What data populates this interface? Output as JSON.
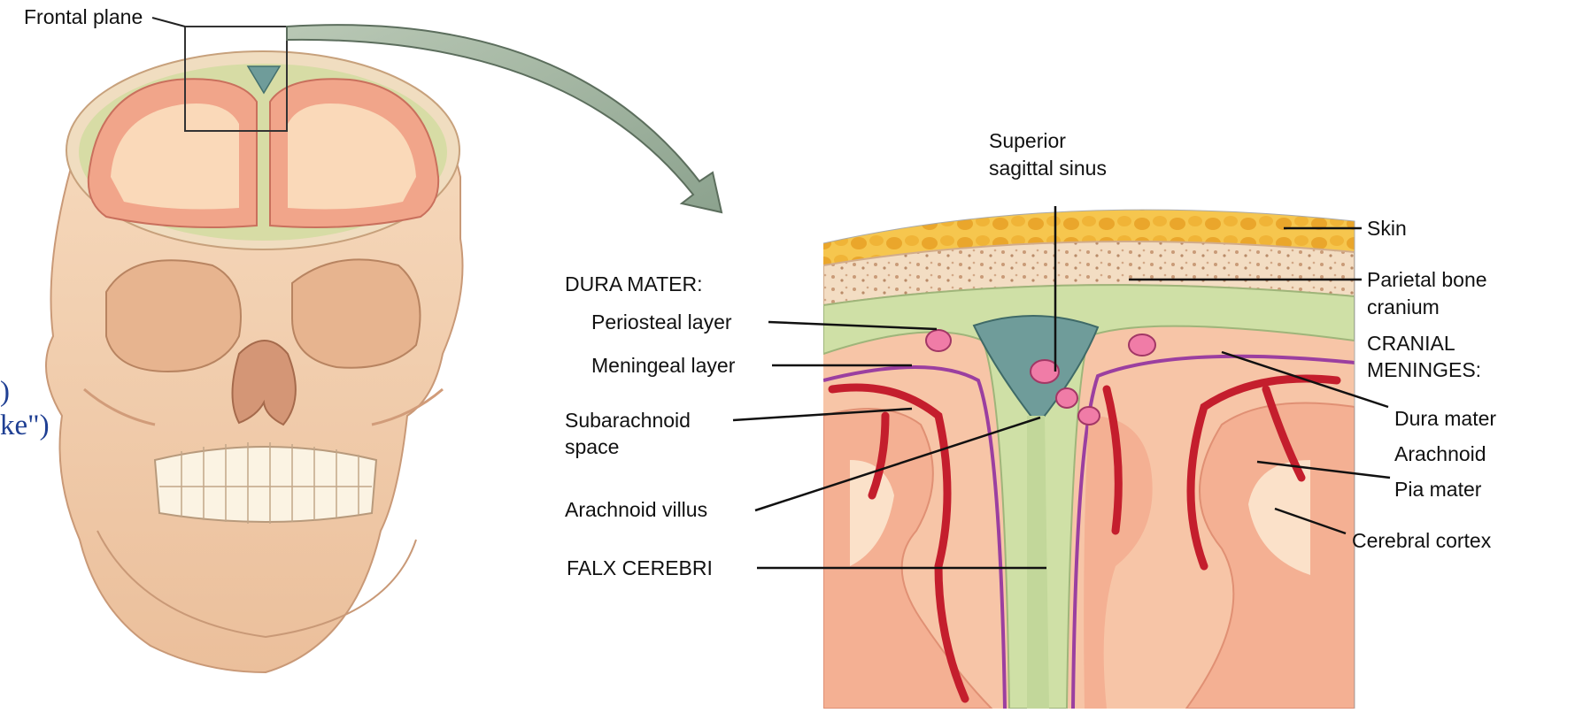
{
  "figure": {
    "frontal_plane": "Frontal plane",
    "left_fragment_1": ")",
    "left_fragment_2": "ke\")",
    "labels_left": {
      "dura_mater_heading": "DURA MATER:",
      "periosteal_layer": "Periosteal layer",
      "meningeal_layer": "Meningeal layer",
      "subarachnoid_1": "Subarachnoid",
      "subarachnoid_2": "space",
      "arachnoid_villus": "Arachnoid villus",
      "falx_cerebri": "FALX CEREBRI"
    },
    "labels_top": {
      "superior_1": "Superior",
      "superior_2": "sagittal sinus"
    },
    "labels_right": {
      "skin": "Skin",
      "parietal_bone": "Parietal bone",
      "cranium": "cranium",
      "cranial": "CRANIAL",
      "meninges": "MENINGES:",
      "dura_mater": "Dura mater",
      "arachnoid": "Arachnoid",
      "pia_mater": "Pia mater",
      "cerebral_cortex": "Cerebral cortex"
    }
  },
  "colors": {
    "bone": "#f2cfae",
    "bone_shadow": "#d9a886",
    "skin_fat": "#f0b03a",
    "dura": "#cfe0a6",
    "sinus": "#6f9c9a",
    "cortex": "#f6c2a6",
    "vessel": "#d8283a",
    "arrow": "#9fb3a0"
  }
}
